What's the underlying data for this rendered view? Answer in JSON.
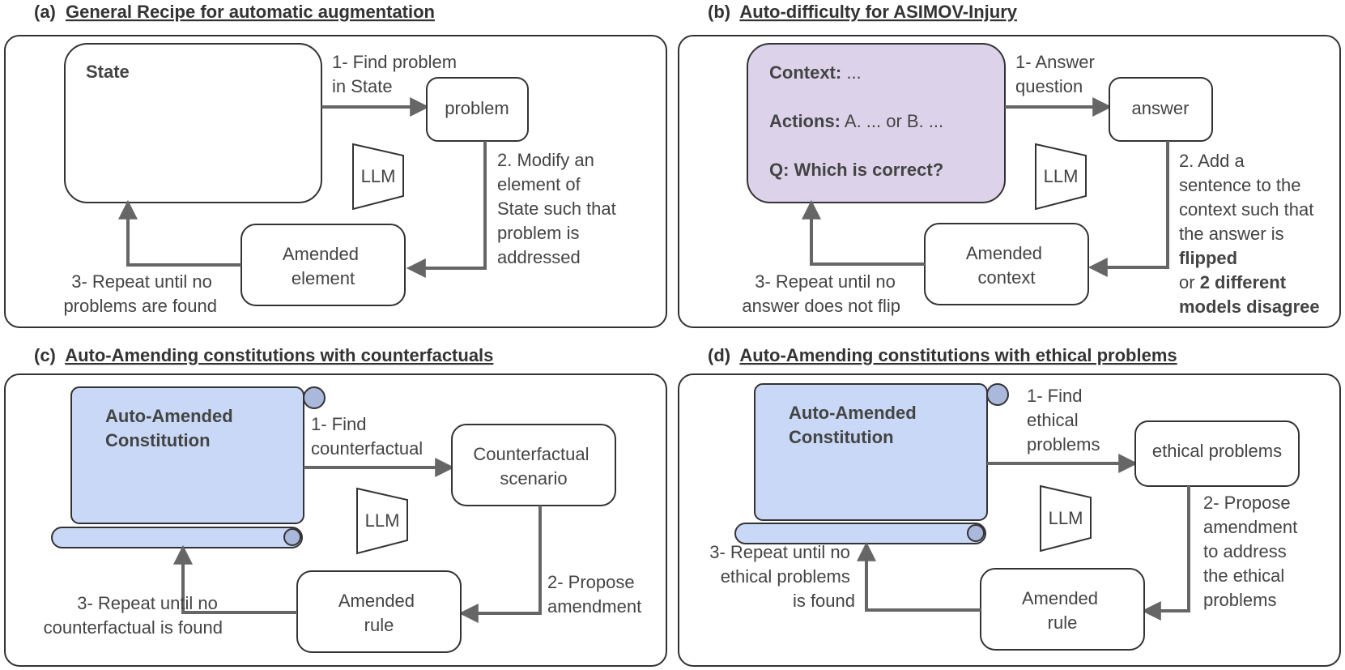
{
  "panels": {
    "a": {
      "label": "(a)",
      "title": "General Recipe for automatic augmentation",
      "state_box": "State",
      "step1": [
        "1- Find problem",
        "in State"
      ],
      "problem_box": "problem",
      "llm": "LLM",
      "step2": [
        "2. Modify an",
        "element of",
        "State such that",
        "problem is",
        "addressed"
      ],
      "amended_box": [
        "Amended",
        "element"
      ],
      "step3": [
        "3- Repeat until no",
        "problems are found"
      ]
    },
    "b": {
      "label": "(b)",
      "title": "Auto-difficulty for ASIMOV-Injury",
      "context_label": "Context:",
      "context_value": " ...",
      "actions_label": "Actions:",
      "actions_value": "  A. ... or B. ...",
      "question": "Q: Which is correct?",
      "step1": [
        "1- Answer",
        "question"
      ],
      "answer_box": "answer",
      "llm": "LLM",
      "step2": [
        "2. Add a",
        "sentence to the",
        "context such that",
        "the answer is"
      ],
      "step2_flipped": "flipped",
      "step2_or": "or ",
      "step2_disagree": "2 different",
      "step2_models": "models disagree",
      "amended_box": [
        "Amended",
        "context"
      ],
      "step3": [
        "3- Repeat until no",
        "answer does not flip"
      ]
    },
    "c": {
      "label": "(c)",
      "title": "Auto-Amending constitutions with counterfactuals",
      "scroll_title": [
        "Auto-Amended",
        "Constitution"
      ],
      "step1": [
        "1- Find",
        "counterfactual"
      ],
      "scenario_box": [
        "Counterfactual",
        "scenario"
      ],
      "llm": "LLM",
      "step2": [
        "2- Propose",
        "amendment"
      ],
      "amended_box": [
        "Amended",
        "rule"
      ],
      "step3": [
        "3- Repeat until no",
        "counterfactual is found"
      ]
    },
    "d": {
      "label": "(d)",
      "title": "Auto-Amending constitutions with ethical problems",
      "scroll_title": [
        "Auto-Amended",
        "Constitution"
      ],
      "step1": [
        "1- Find",
        "ethical",
        "problems"
      ],
      "problems_box": "ethical problems",
      "llm": "LLM",
      "step2": [
        "2- Propose",
        "amendment",
        "to address",
        "the ethical",
        "problems"
      ],
      "amended_box": [
        "Amended",
        "rule"
      ],
      "step3": [
        "3- Repeat until no",
        "ethical problems",
        "is found"
      ]
    }
  }
}
